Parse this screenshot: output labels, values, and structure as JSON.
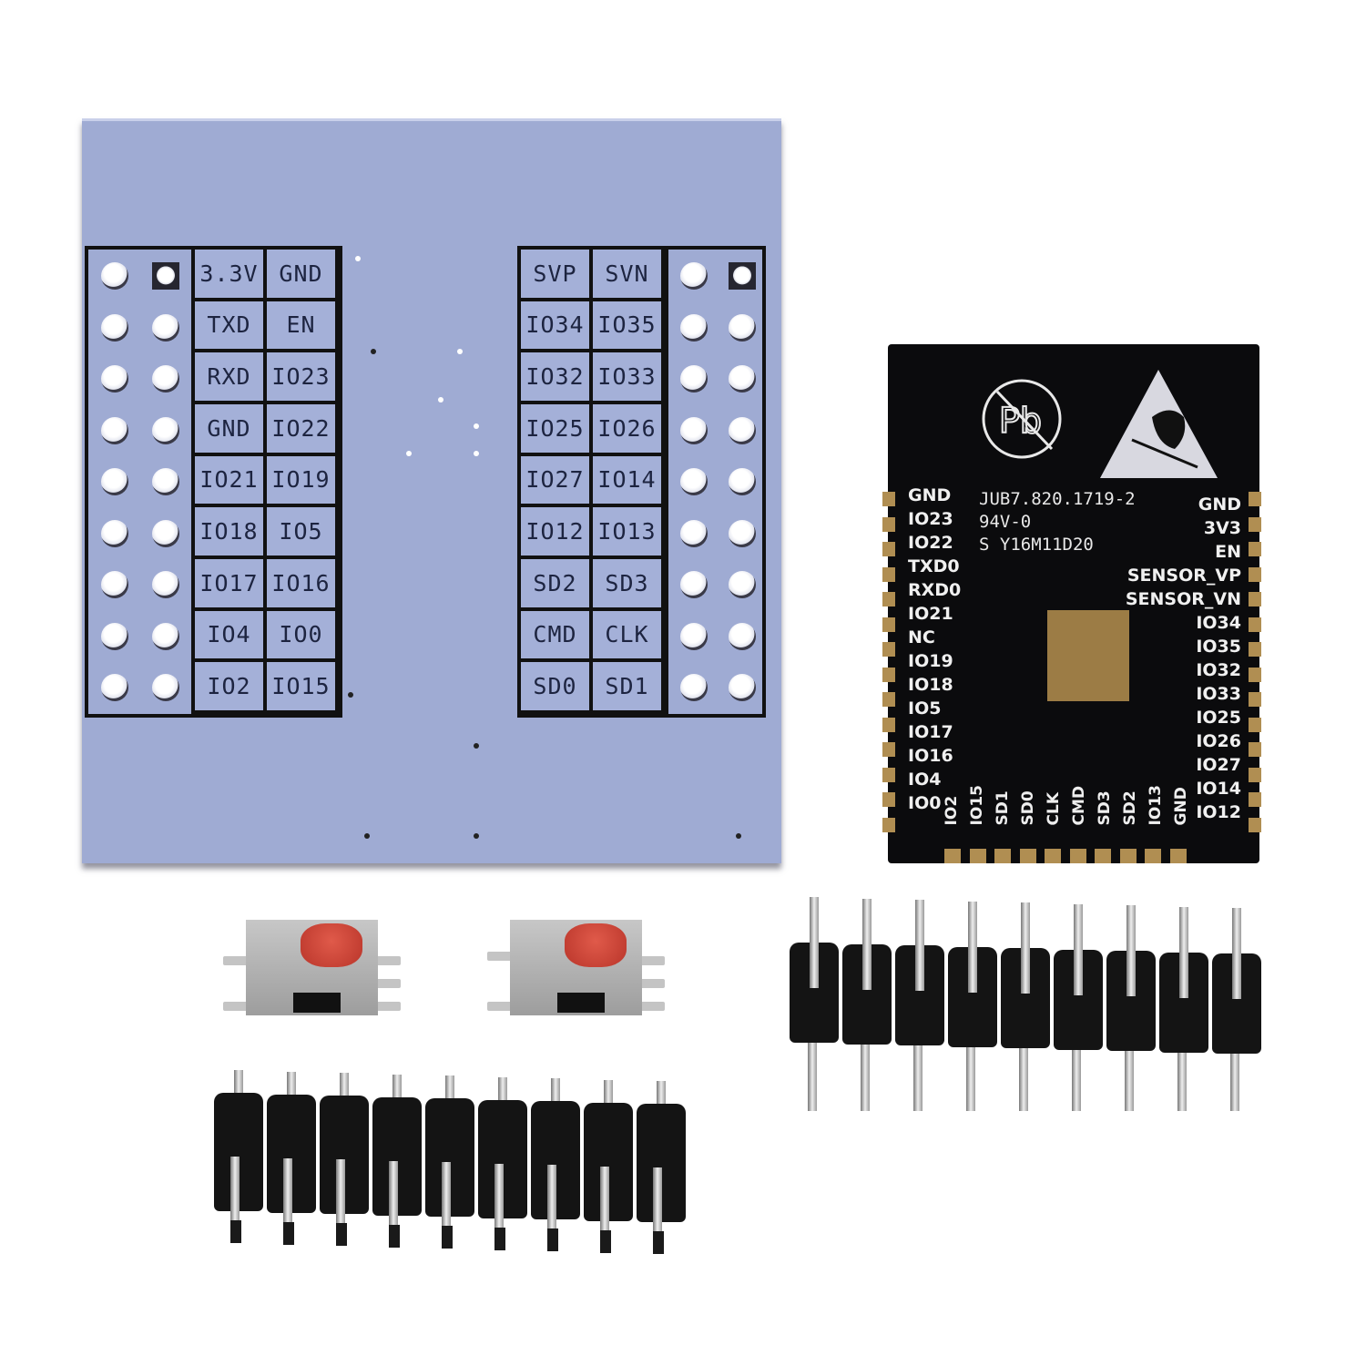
{
  "scene": {
    "description": "ESP32 module adapter board kit product photo",
    "background": "#ffffff"
  },
  "adapter_board": {
    "color": "#9fabd3",
    "left_header": {
      "labels": [
        [
          "3.3V",
          "GND"
        ],
        [
          "TXD",
          "EN"
        ],
        [
          "RXD",
          "IO23"
        ],
        [
          "GND",
          "IO22"
        ],
        [
          "IO21",
          "IO19"
        ],
        [
          "IO18",
          "IO5"
        ],
        [
          "IO17",
          "IO16"
        ],
        [
          "IO4",
          "IO0"
        ],
        [
          "IO2",
          "IO15"
        ]
      ]
    },
    "right_header": {
      "labels": [
        [
          "SVP",
          "SVN"
        ],
        [
          "IO34",
          "IO35"
        ],
        [
          "IO32",
          "IO33"
        ],
        [
          "IO25",
          "IO26"
        ],
        [
          "IO27",
          "IO14"
        ],
        [
          "IO12",
          "IO13"
        ],
        [
          "SD2",
          "SD3"
        ],
        [
          "CMD",
          "CLK"
        ],
        [
          "SD0",
          "SD1"
        ]
      ]
    }
  },
  "esp32_module": {
    "marking": [
      "JUB7.820.1719-2",
      "94V-0",
      "S Y16M11D20"
    ],
    "icons": [
      "lead-free-icon",
      "esd-warning-icon"
    ],
    "lead_free_symbol": "Pb",
    "left_pins": [
      "GND",
      "IO23",
      "IO22",
      "TXD0",
      "RXD0",
      "IO21",
      "NC",
      "IO19",
      "IO18",
      "IO5",
      "IO17",
      "IO16",
      "IO4",
      "IO0"
    ],
    "right_pins": [
      "GND",
      "3V3",
      "EN",
      "SENSOR_VP",
      "SENSOR_VN",
      "IO34",
      "IO35",
      "IO32",
      "IO33",
      "IO25",
      "IO26",
      "IO27",
      "IO14",
      "IO12"
    ],
    "bottom_pins": [
      "IO2",
      "IO15",
      "SD1",
      "SD0",
      "CLK",
      "CMD",
      "SD3",
      "SD2",
      "IO13",
      "GND"
    ]
  },
  "accessories": {
    "tactile_switches": {
      "count": 2,
      "cap_color": "#c83c30"
    },
    "pin_headers": {
      "count": 2,
      "pins_per_header": 9
    }
  }
}
